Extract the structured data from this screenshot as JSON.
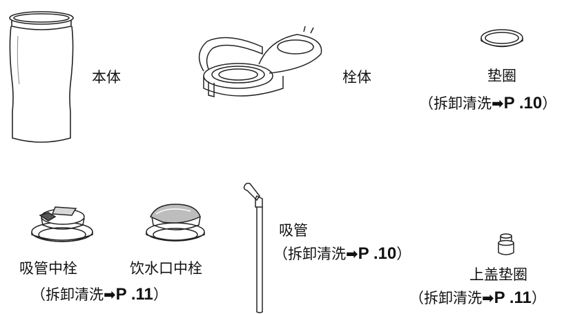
{
  "parts": {
    "body": {
      "label": "本体"
    },
    "lid": {
      "label": "栓体"
    },
    "gasket": {
      "label": "垫圈",
      "open": "（拆卸清洗",
      "arrow": "➡",
      "page": "P .10",
      "close": "）"
    },
    "straw_stopper": {
      "label": "吸管中栓",
      "open": "（拆卸清洗",
      "arrow": "➡",
      "page": "P .11",
      "close": "）"
    },
    "spout_stopper": {
      "label": "饮水口中栓"
    },
    "straw": {
      "label": "吸管",
      "open": "（拆卸清洗",
      "arrow": "➡",
      "page": "P .10",
      "close": "）"
    },
    "cap_gasket": {
      "label": "上盖垫圈",
      "open": "（拆卸清洗",
      "arrow": "➡",
      "page": "P .11",
      "close": "）"
    }
  }
}
